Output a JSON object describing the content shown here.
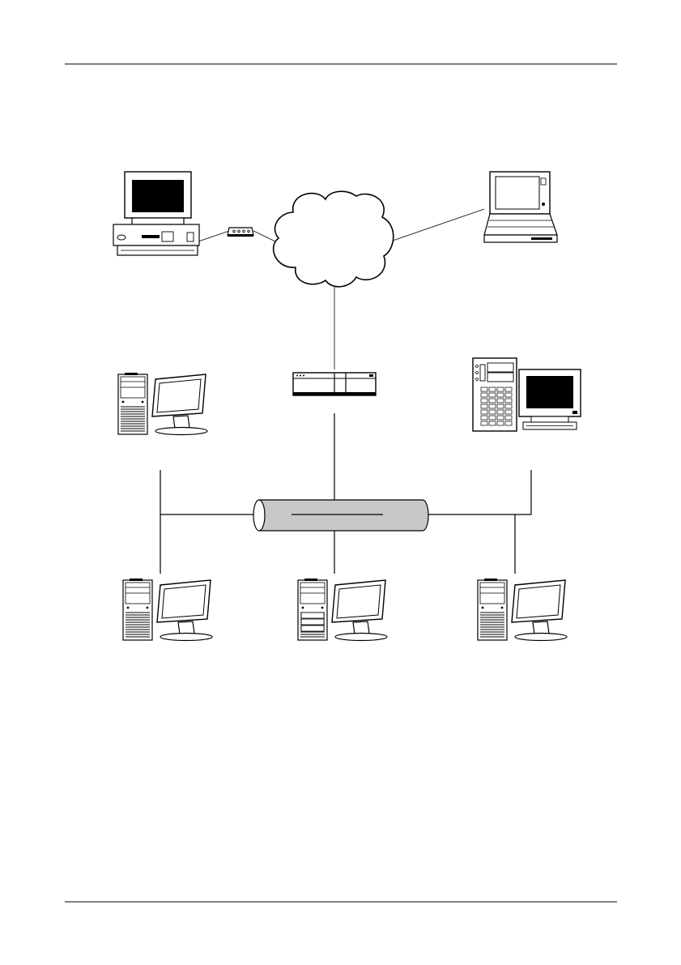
{
  "page": {
    "background": "#ffffff",
    "rule_color": "#000000"
  },
  "diagram": {
    "line_color": "#000000",
    "device_fill": "#ffffff",
    "screen_fill": "#000000",
    "pipe_fill": "#c8c8c8",
    "nodes": [
      {
        "id": "home-desktop",
        "icon": "desktop-pc-icon"
      },
      {
        "id": "modem",
        "icon": "modem-icon"
      },
      {
        "id": "internet",
        "icon": "cloud-icon"
      },
      {
        "id": "remote-laptop",
        "icon": "laptop-icon"
      },
      {
        "id": "firewall",
        "icon": "rack-server-icon"
      },
      {
        "id": "workstation-left",
        "icon": "tower-workstation-icon"
      },
      {
        "id": "server-right",
        "icon": "server-workstation-icon"
      },
      {
        "id": "lan-backbone",
        "icon": "network-pipe-icon"
      },
      {
        "id": "client-1",
        "icon": "tower-workstation-icon"
      },
      {
        "id": "client-2",
        "icon": "tower-workstation-icon"
      },
      {
        "id": "client-3",
        "icon": "tower-workstation-icon"
      }
    ],
    "links": [
      [
        "home-desktop",
        "modem"
      ],
      [
        "modem",
        "internet"
      ],
      [
        "internet",
        "remote-laptop"
      ],
      [
        "internet",
        "firewall"
      ],
      [
        "firewall",
        "lan-backbone"
      ],
      [
        "workstation-left",
        "lan-backbone"
      ],
      [
        "server-right",
        "lan-backbone"
      ],
      [
        "lan-backbone",
        "client-1"
      ],
      [
        "lan-backbone",
        "client-2"
      ],
      [
        "lan-backbone",
        "client-3"
      ]
    ]
  }
}
